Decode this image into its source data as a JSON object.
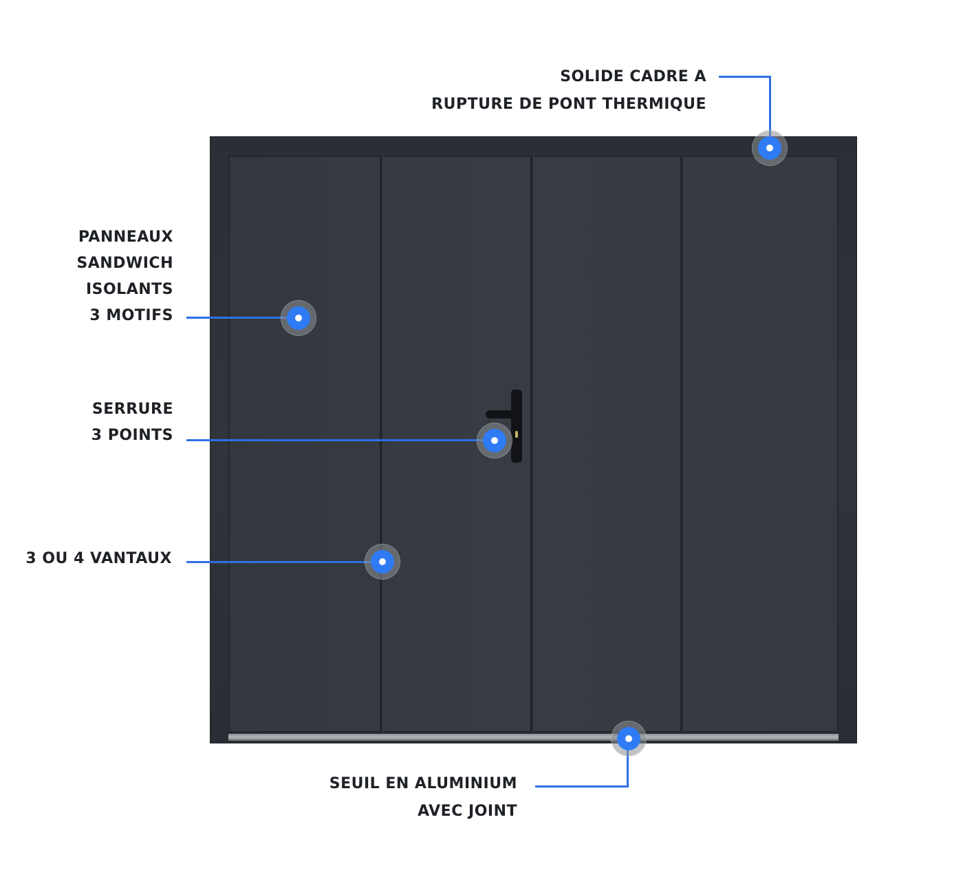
{
  "callouts": {
    "frame": {
      "lines": [
        "SOLIDE CADRE A",
        "RUPTURE DE PONT THERMIQUE"
      ]
    },
    "panels": {
      "lines": [
        "PANNEAUX",
        "SANDWICH",
        "ISOLANTS",
        "3 MOTIFS"
      ]
    },
    "lock": {
      "lines": [
        "SERRURE",
        "3 POINTS"
      ]
    },
    "leaves": {
      "lines": [
        "3 OU 4 VANTAUX"
      ]
    },
    "threshold": {
      "lines": [
        "SEUIL EN ALUMINIUM",
        "AVEC JOINT"
      ]
    }
  },
  "colors": {
    "accent": "#2f7bf5",
    "door": "#33383e",
    "text": "#1e2126"
  }
}
